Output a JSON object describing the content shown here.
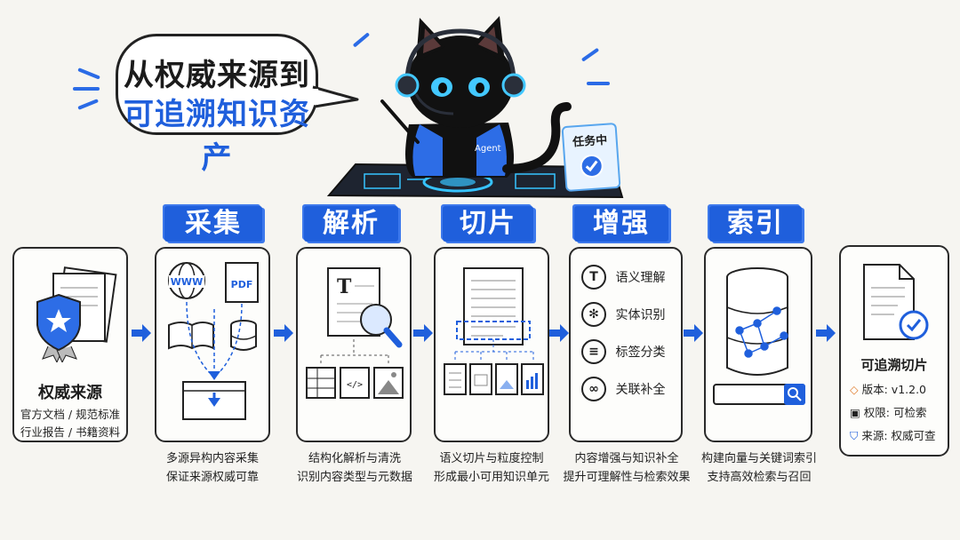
{
  "headline": {
    "line1": "从权威来源到",
    "line2": "可追溯知识资产"
  },
  "agent": {
    "vest_label": "Agent",
    "status": "任务中"
  },
  "stages": [
    {
      "title": "采集",
      "caption1": "多源异构内容采集",
      "caption2": "保证来源权威可靠",
      "web_label": "WWW",
      "pdf_label": "PDF"
    },
    {
      "title": "解析",
      "caption1": "结构化解析与清洗",
      "caption2": "识别内容类型与元数据",
      "doc_letter": "T",
      "code_label": "</>"
    },
    {
      "title": "切片",
      "caption1": "语义切片与粒度控制",
      "caption2": "形成最小可用知识单元"
    },
    {
      "title": "增强",
      "caption1": "内容增强与知识补全",
      "caption2": "提升可理解性与检索效果",
      "features": [
        {
          "icon": "T",
          "label": "语义理解"
        },
        {
          "icon": "✻",
          "label": "实体识别"
        },
        {
          "icon": "≡",
          "label": "标签分类"
        },
        {
          "icon": "∞",
          "label": "关联补全"
        }
      ]
    },
    {
      "title": "索引",
      "caption1": "构建向量与关键词索引",
      "caption2": "支持高效检索与召回"
    }
  ],
  "source": {
    "title": "权威来源",
    "line1": "官方文档 / 规范标准",
    "line2": "行业报告 / 书籍资料"
  },
  "asset": {
    "title": "可追溯切片",
    "version": "版本: v1.2.0",
    "permission": "权限: 可检索",
    "origin": "来源: 权威可查"
  },
  "colors": {
    "accent": "#1f5fdc",
    "ink": "#222222",
    "background": "#f6f5f1"
  }
}
